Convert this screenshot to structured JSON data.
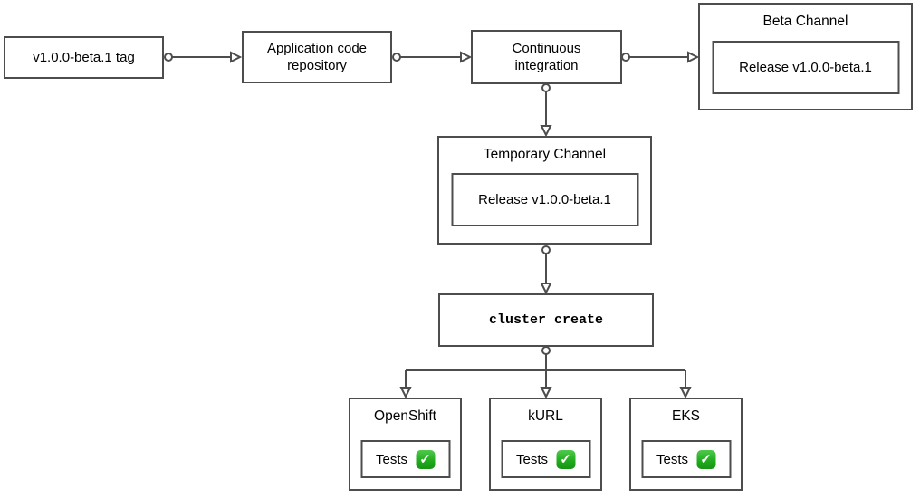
{
  "diagram": {
    "background_color": "#ffffff",
    "stroke_color": "#4d4d4d",
    "text_color": "#000000",
    "nodes": {
      "tag": {
        "label": "v1.0.0-beta.1 tag"
      },
      "repo": {
        "label": "Application code repository"
      },
      "ci": {
        "label": "Continuous integration"
      },
      "beta_channel": {
        "title": "Beta Channel",
        "release_label": "Release v1.0.0-beta.1"
      },
      "temporary_channel": {
        "title": "Temporary Channel",
        "release_label": "Release v1.0.0-beta.1"
      },
      "cluster_create": {
        "label": "cluster create"
      },
      "openshift": {
        "title": "OpenShift",
        "tests_label": "Tests"
      },
      "kurl": {
        "title": "kURL",
        "tests_label": "Tests"
      },
      "eks": {
        "title": "EKS",
        "tests_label": "Tests"
      }
    },
    "icons": {
      "check_glyph": "✓",
      "check_color": "#1fa91c",
      "check_meaning": "tests passed"
    },
    "edges": [
      {
        "from": "tag",
        "to": "repo"
      },
      {
        "from": "repo",
        "to": "ci"
      },
      {
        "from": "ci",
        "to": "beta_channel"
      },
      {
        "from": "ci",
        "to": "temporary_channel"
      },
      {
        "from": "temporary_channel",
        "to": "cluster_create"
      },
      {
        "from": "cluster_create",
        "to": "openshift"
      },
      {
        "from": "cluster_create",
        "to": "kurl"
      },
      {
        "from": "cluster_create",
        "to": "eks"
      }
    ]
  }
}
